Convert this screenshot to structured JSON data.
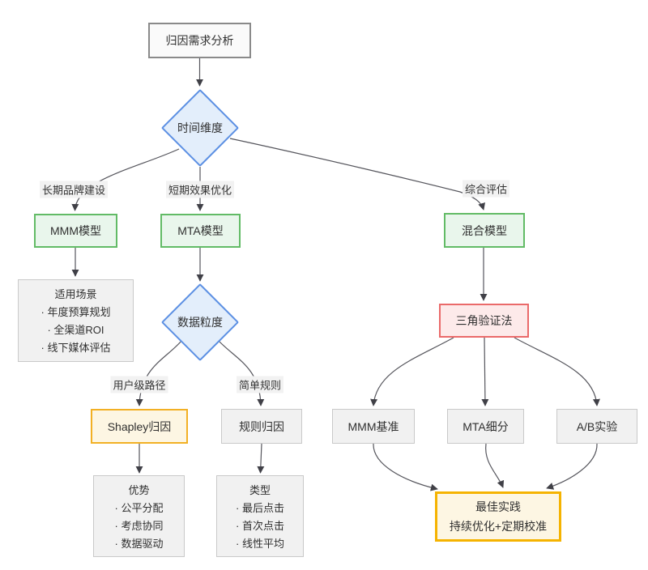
{
  "diagram": {
    "nodes": {
      "root": {
        "label": "归因需求分析"
      },
      "time_dim": {
        "label": "时间维度"
      },
      "mmm": {
        "label": "MMM模型"
      },
      "mta": {
        "label": "MTA模型"
      },
      "hybrid": {
        "label": "混合模型"
      },
      "mmm_scenarios": {
        "title": "适用场景",
        "items": [
          "· 年度预算规划",
          "· 全渠道ROI",
          "· 线下媒体评估"
        ]
      },
      "granularity": {
        "label": "数据粒度"
      },
      "shapley": {
        "label": "Shapley归因"
      },
      "rule": {
        "label": "规则归因"
      },
      "triangulation": {
        "label": "三角验证法"
      },
      "mmm_baseline": {
        "label": "MMM基准"
      },
      "mta_detail": {
        "label": "MTA细分"
      },
      "ab_test": {
        "label": "A/B实验"
      },
      "shapley_pros": {
        "title": "优势",
        "items": [
          "· 公平分配",
          "· 考虑协同",
          "· 数据驱动"
        ]
      },
      "rule_types": {
        "title": "类型",
        "items": [
          "· 最后点击",
          "· 首次点击",
          "· 线性平均"
        ]
      },
      "best_practice": {
        "line1": "最佳实践",
        "line2": "持续优化+定期校准"
      }
    },
    "edge_labels": {
      "long_term": "长期品牌建设",
      "short_term": "短期效果优化",
      "comprehensive": "综合评估",
      "user_path": "用户级路径",
      "simple_rule": "简单规则"
    },
    "colors": {
      "decision_fill": "#e3eefb",
      "decision_border": "#5b8fe3",
      "model_fill": "#e9f6ec",
      "model_border": "#62bb66",
      "alert_fill": "#fdeaea",
      "alert_border": "#ea6a6a",
      "highlight_fill": "#fdf6e3",
      "highlight_border": "#f2b024",
      "final_border": "#f5b301",
      "default_fill": "#f1f1f1",
      "default_border": "#c9c9c9",
      "edge_stroke": "#55555c",
      "label_bg": "#f2f2f2"
    }
  }
}
